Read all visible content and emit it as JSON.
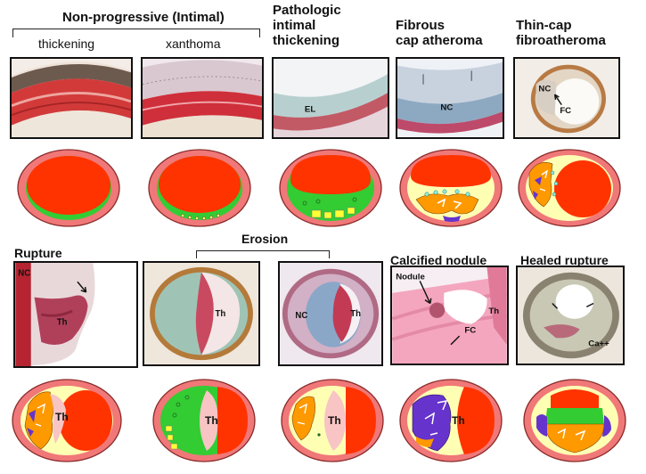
{
  "top_group": {
    "title": "Non-progressive (Intimal)",
    "stages": [
      {
        "label": "thickening"
      },
      {
        "label": "xanthoma"
      }
    ]
  },
  "headings": {
    "pit_lines": [
      "Pathologic",
      "intimal",
      "thickening"
    ],
    "fca_lines": [
      "Fibrous",
      "cap atheroma"
    ],
    "tcfa_lines": [
      "Thin-cap",
      "fibroatheroma"
    ],
    "rupture": "Rupture",
    "erosion": "Erosion",
    "calcified_nodule": "Calcified nodule",
    "healed_rupture": "Healed rupture"
  },
  "micro_captions": {
    "el": "EL",
    "nc": "NC",
    "fc": "FC",
    "th": "Th",
    "nodule": "Nodule",
    "ca": "Ca++"
  },
  "cartoon_labels": {
    "th": "Th"
  },
  "colors": {
    "lumen_red": "#ff3300",
    "adventitia_pink": "#f07878",
    "intima_green": "#33cc33",
    "plaque_yellow": "#ffffb4",
    "necrotic_orange": "#ff9900",
    "calcium_purple": "#6633cc",
    "thrombus_pink": "#f8c4c4",
    "foam_cyan": "#88eedd"
  }
}
